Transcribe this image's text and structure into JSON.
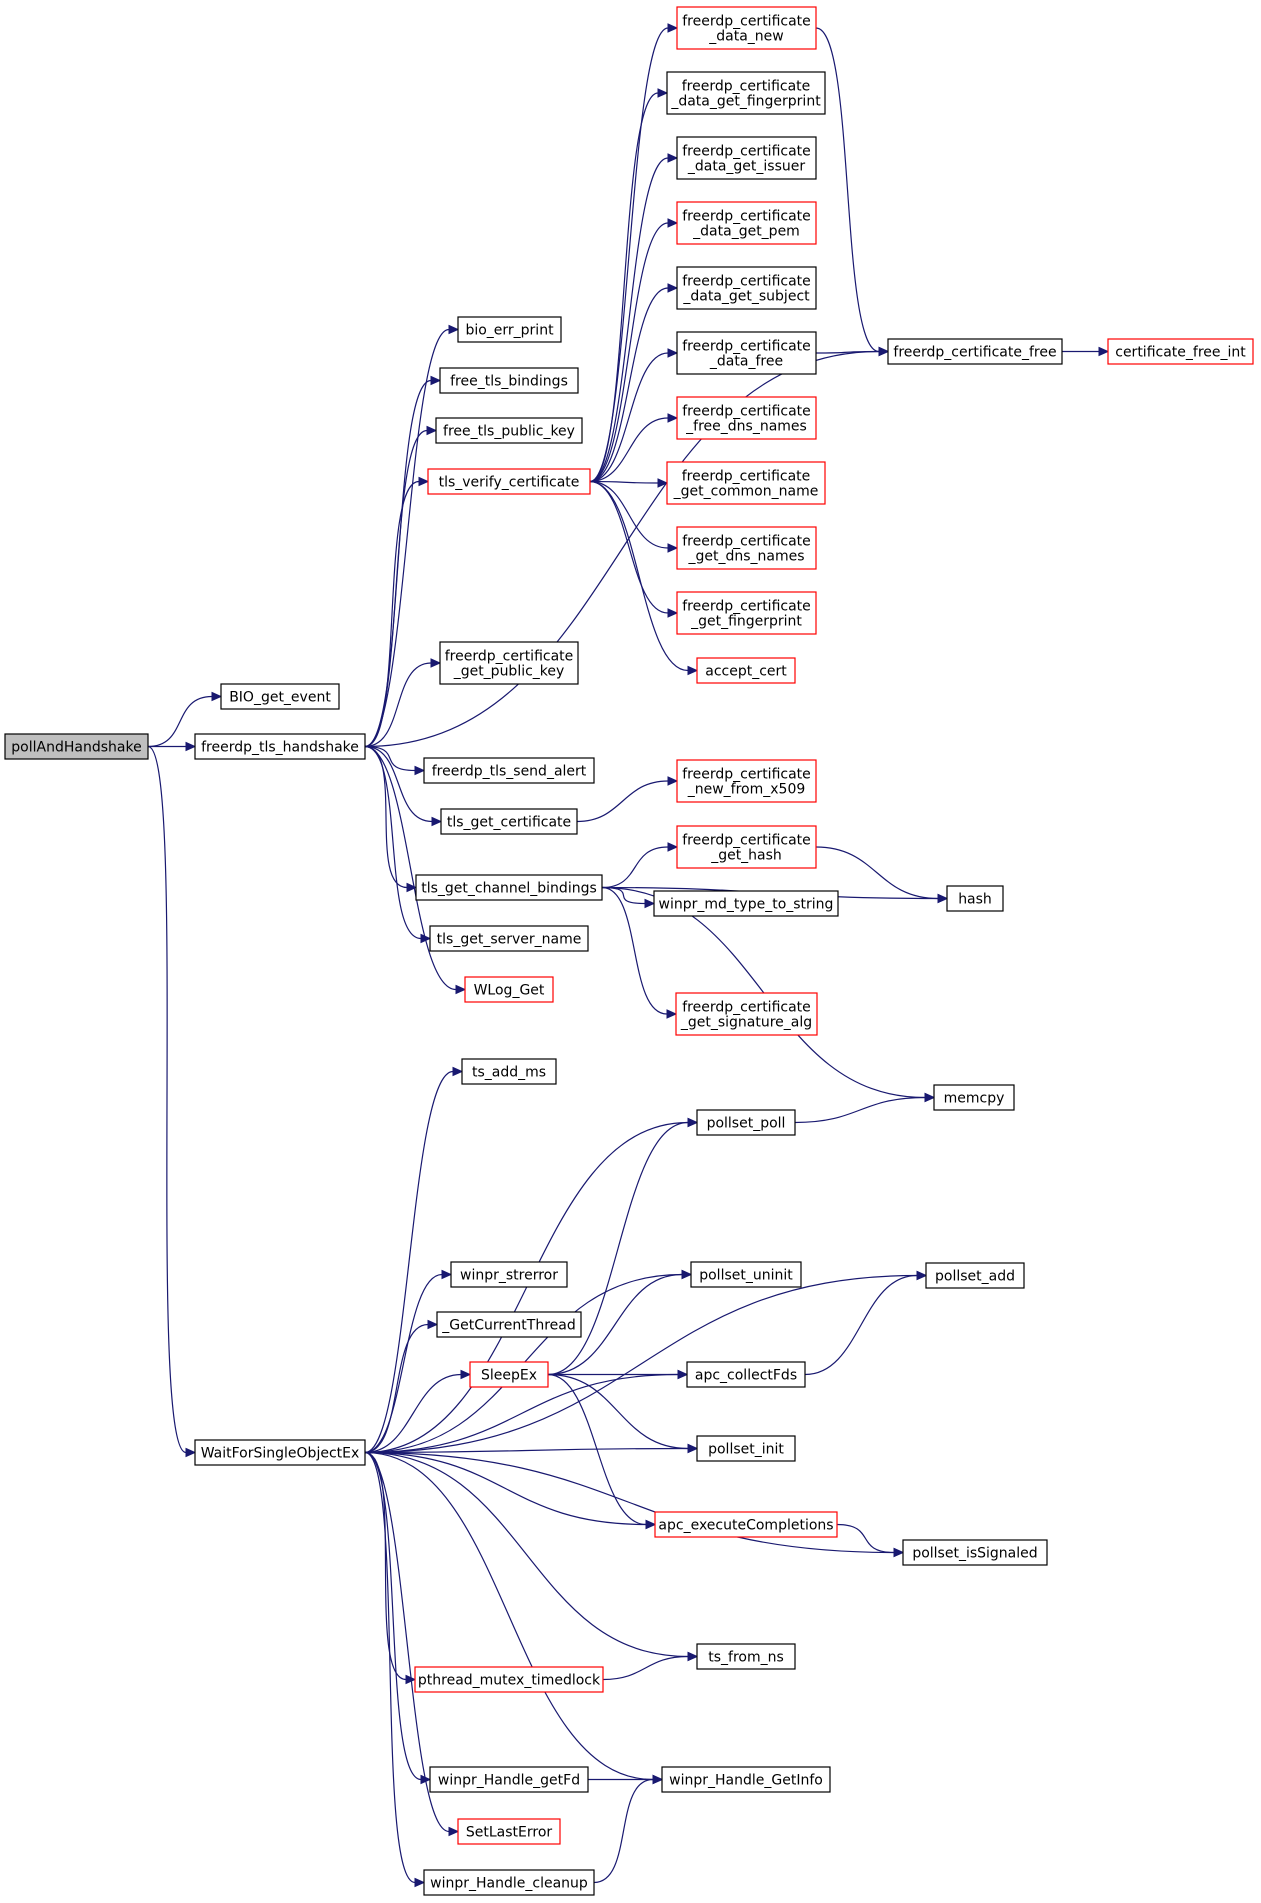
{
  "colors": {
    "edge": "#191970",
    "border_normal": "#000000",
    "border_truncated": "#ff0000",
    "fill_root": "#bfbfbf",
    "fill_node": "#ffffff"
  },
  "nodes": [
    {
      "id": "pollAndHandshake",
      "lines": [
        "pollAndHandshake"
      ],
      "kind": "root"
    },
    {
      "id": "BIO_get_event",
      "lines": [
        "BIO_get_event"
      ],
      "kind": "normal"
    },
    {
      "id": "freerdp_tls_handshake",
      "lines": [
        "freerdp_tls_handshake"
      ],
      "kind": "normal"
    },
    {
      "id": "WaitForSingleObjectEx",
      "lines": [
        "WaitForSingleObjectEx"
      ],
      "kind": "normal"
    },
    {
      "id": "bio_err_print",
      "lines": [
        "bio_err_print"
      ],
      "kind": "normal"
    },
    {
      "id": "free_tls_bindings",
      "lines": [
        "free_tls_bindings"
      ],
      "kind": "normal"
    },
    {
      "id": "free_tls_public_key",
      "lines": [
        "free_tls_public_key"
      ],
      "kind": "normal"
    },
    {
      "id": "tls_verify_certificate",
      "lines": [
        "tls_verify_certificate"
      ],
      "kind": "truncated"
    },
    {
      "id": "freerdp_certificate_get_public_key",
      "lines": [
        "freerdp_certificate",
        "_get_public_key"
      ],
      "kind": "normal"
    },
    {
      "id": "freerdp_tls_send_alert",
      "lines": [
        "freerdp_tls_send_alert"
      ],
      "kind": "normal"
    },
    {
      "id": "tls_get_certificate",
      "lines": [
        "tls_get_certificate"
      ],
      "kind": "normal"
    },
    {
      "id": "tls_get_channel_bindings",
      "lines": [
        "tls_get_channel_bindings"
      ],
      "kind": "normal"
    },
    {
      "id": "tls_get_server_name",
      "lines": [
        "tls_get_server_name"
      ],
      "kind": "normal"
    },
    {
      "id": "WLog_Get",
      "lines": [
        "WLog_Get"
      ],
      "kind": "truncated"
    },
    {
      "id": "freerdp_certificate_data_new",
      "lines": [
        "freerdp_certificate",
        "_data_new"
      ],
      "kind": "truncated"
    },
    {
      "id": "freerdp_certificate_data_get_fingerprint",
      "lines": [
        "freerdp_certificate",
        "_data_get_fingerprint"
      ],
      "kind": "normal"
    },
    {
      "id": "freerdp_certificate_data_get_issuer",
      "lines": [
        "freerdp_certificate",
        "_data_get_issuer"
      ],
      "kind": "normal"
    },
    {
      "id": "freerdp_certificate_data_get_pem",
      "lines": [
        "freerdp_certificate",
        "_data_get_pem"
      ],
      "kind": "truncated"
    },
    {
      "id": "freerdp_certificate_data_get_subject",
      "lines": [
        "freerdp_certificate",
        "_data_get_subject"
      ],
      "kind": "normal"
    },
    {
      "id": "freerdp_certificate_data_free",
      "lines": [
        "freerdp_certificate",
        "_data_free"
      ],
      "kind": "normal"
    },
    {
      "id": "freerdp_certificate_free_dns_names",
      "lines": [
        "freerdp_certificate",
        "_free_dns_names"
      ],
      "kind": "truncated"
    },
    {
      "id": "freerdp_certificate_get_common_name",
      "lines": [
        "freerdp_certificate",
        "_get_common_name"
      ],
      "kind": "truncated"
    },
    {
      "id": "freerdp_certificate_get_dns_names",
      "lines": [
        "freerdp_certificate",
        "_get_dns_names"
      ],
      "kind": "truncated"
    },
    {
      "id": "freerdp_certificate_get_fingerprint",
      "lines": [
        "freerdp_certificate",
        "_get_fingerprint"
      ],
      "kind": "truncated"
    },
    {
      "id": "accept_cert",
      "lines": [
        "accept_cert"
      ],
      "kind": "truncated"
    },
    {
      "id": "freerdp_certificate_new_from_x509",
      "lines": [
        "freerdp_certificate",
        "_new_from_x509"
      ],
      "kind": "truncated"
    },
    {
      "id": "freerdp_certificate_get_hash",
      "lines": [
        "freerdp_certificate",
        "_get_hash"
      ],
      "kind": "truncated"
    },
    {
      "id": "winpr_md_type_to_string",
      "lines": [
        "winpr_md_type_to_string"
      ],
      "kind": "normal"
    },
    {
      "id": "freerdp_certificate_get_signature_alg",
      "lines": [
        "freerdp_certificate",
        "_get_signature_alg"
      ],
      "kind": "truncated"
    },
    {
      "id": "freerdp_certificate_free",
      "lines": [
        "freerdp_certificate_free"
      ],
      "kind": "normal"
    },
    {
      "id": "certificate_free_int",
      "lines": [
        "certificate_free_int"
      ],
      "kind": "truncated"
    },
    {
      "id": "hash",
      "lines": [
        "hash"
      ],
      "kind": "normal"
    },
    {
      "id": "memcpy",
      "lines": [
        "memcpy"
      ],
      "kind": "normal"
    },
    {
      "id": "ts_add_ms",
      "lines": [
        "ts_add_ms"
      ],
      "kind": "normal"
    },
    {
      "id": "pollset_poll",
      "lines": [
        "pollset_poll"
      ],
      "kind": "normal"
    },
    {
      "id": "pollset_add",
      "lines": [
        "pollset_add"
      ],
      "kind": "normal"
    },
    {
      "id": "winpr_strerror",
      "lines": [
        "winpr_strerror"
      ],
      "kind": "normal"
    },
    {
      "id": "pollset_uninit",
      "lines": [
        "pollset_uninit"
      ],
      "kind": "normal"
    },
    {
      "id": "_GetCurrentThread",
      "lines": [
        "_GetCurrentThread"
      ],
      "kind": "normal"
    },
    {
      "id": "SleepEx",
      "lines": [
        "SleepEx"
      ],
      "kind": "truncated"
    },
    {
      "id": "apc_collectFds",
      "lines": [
        "apc_collectFds"
      ],
      "kind": "normal"
    },
    {
      "id": "pollset_init",
      "lines": [
        "pollset_init"
      ],
      "kind": "normal"
    },
    {
      "id": "apc_executeCompletions",
      "lines": [
        "apc_executeCompletions"
      ],
      "kind": "truncated"
    },
    {
      "id": "pollset_isSignaled",
      "lines": [
        "pollset_isSignaled"
      ],
      "kind": "normal"
    },
    {
      "id": "ts_from_ns",
      "lines": [
        "ts_from_ns"
      ],
      "kind": "normal"
    },
    {
      "id": "pthread_mutex_timedlock",
      "lines": [
        "pthread_mutex_timedlock"
      ],
      "kind": "truncated"
    },
    {
      "id": "winpr_Handle_getFd",
      "lines": [
        "winpr_Handle_getFd"
      ],
      "kind": "normal"
    },
    {
      "id": "winpr_Handle_GetInfo",
      "lines": [
        "winpr_Handle_GetInfo"
      ],
      "kind": "normal"
    },
    {
      "id": "SetLastError",
      "lines": [
        "SetLastError"
      ],
      "kind": "truncated"
    },
    {
      "id": "winpr_Handle_cleanup",
      "lines": [
        "winpr_Handle_cleanup"
      ],
      "kind": "normal"
    }
  ],
  "edges": [
    [
      "pollAndHandshake",
      "BIO_get_event"
    ],
    [
      "pollAndHandshake",
      "freerdp_tls_handshake"
    ],
    [
      "pollAndHandshake",
      "WaitForSingleObjectEx"
    ],
    [
      "freerdp_tls_handshake",
      "bio_err_print"
    ],
    [
      "freerdp_tls_handshake",
      "free_tls_bindings"
    ],
    [
      "freerdp_tls_handshake",
      "free_tls_public_key"
    ],
    [
      "freerdp_tls_handshake",
      "tls_verify_certificate"
    ],
    [
      "freerdp_tls_handshake",
      "freerdp_certificate_get_public_key"
    ],
    [
      "freerdp_tls_handshake",
      "freerdp_certificate_free"
    ],
    [
      "freerdp_tls_handshake",
      "freerdp_tls_send_alert"
    ],
    [
      "freerdp_tls_handshake",
      "tls_get_certificate"
    ],
    [
      "freerdp_tls_handshake",
      "tls_get_channel_bindings"
    ],
    [
      "freerdp_tls_handshake",
      "tls_get_server_name"
    ],
    [
      "freerdp_tls_handshake",
      "WLog_Get"
    ],
    [
      "tls_verify_certificate",
      "freerdp_certificate_data_new"
    ],
    [
      "tls_verify_certificate",
      "freerdp_certificate_data_get_fingerprint"
    ],
    [
      "tls_verify_certificate",
      "freerdp_certificate_data_get_issuer"
    ],
    [
      "tls_verify_certificate",
      "freerdp_certificate_data_get_pem"
    ],
    [
      "tls_verify_certificate",
      "freerdp_certificate_data_get_subject"
    ],
    [
      "tls_verify_certificate",
      "freerdp_certificate_data_free"
    ],
    [
      "tls_verify_certificate",
      "freerdp_certificate_free_dns_names"
    ],
    [
      "tls_verify_certificate",
      "freerdp_certificate_get_common_name"
    ],
    [
      "tls_verify_certificate",
      "freerdp_certificate_get_dns_names"
    ],
    [
      "tls_verify_certificate",
      "freerdp_certificate_get_fingerprint"
    ],
    [
      "tls_verify_certificate",
      "accept_cert"
    ],
    [
      "freerdp_certificate_data_new",
      "freerdp_certificate_free"
    ],
    [
      "freerdp_certificate_data_free",
      "freerdp_certificate_free"
    ],
    [
      "freerdp_certificate_free",
      "certificate_free_int"
    ],
    [
      "tls_get_certificate",
      "freerdp_certificate_new_from_x509"
    ],
    [
      "tls_get_channel_bindings",
      "freerdp_certificate_get_hash"
    ],
    [
      "tls_get_channel_bindings",
      "winpr_md_type_to_string"
    ],
    [
      "tls_get_channel_bindings",
      "hash"
    ],
    [
      "tls_get_channel_bindings",
      "freerdp_certificate_get_signature_alg"
    ],
    [
      "tls_get_channel_bindings",
      "memcpy"
    ],
    [
      "freerdp_certificate_get_hash",
      "hash"
    ],
    [
      "WaitForSingleObjectEx",
      "ts_add_ms"
    ],
    [
      "WaitForSingleObjectEx",
      "pollset_poll"
    ],
    [
      "WaitForSingleObjectEx",
      "pollset_add"
    ],
    [
      "WaitForSingleObjectEx",
      "pollset_uninit"
    ],
    [
      "WaitForSingleObjectEx",
      "winpr_strerror"
    ],
    [
      "WaitForSingleObjectEx",
      "_GetCurrentThread"
    ],
    [
      "WaitForSingleObjectEx",
      "SleepEx"
    ],
    [
      "WaitForSingleObjectEx",
      "apc_collectFds"
    ],
    [
      "WaitForSingleObjectEx",
      "pollset_init"
    ],
    [
      "WaitForSingleObjectEx",
      "apc_executeCompletions"
    ],
    [
      "WaitForSingleObjectEx",
      "pollset_isSignaled"
    ],
    [
      "WaitForSingleObjectEx",
      "ts_from_ns"
    ],
    [
      "WaitForSingleObjectEx",
      "pthread_mutex_timedlock"
    ],
    [
      "WaitForSingleObjectEx",
      "winpr_Handle_GetInfo"
    ],
    [
      "WaitForSingleObjectEx",
      "winpr_Handle_getFd"
    ],
    [
      "WaitForSingleObjectEx",
      "SetLastError"
    ],
    [
      "WaitForSingleObjectEx",
      "winpr_Handle_cleanup"
    ],
    [
      "pollset_poll",
      "memcpy"
    ],
    [
      "SleepEx",
      "pollset_poll"
    ],
    [
      "SleepEx",
      "pollset_uninit"
    ],
    [
      "SleepEx",
      "apc_collectFds"
    ],
    [
      "SleepEx",
      "pollset_init"
    ],
    [
      "SleepEx",
      "apc_executeCompletions"
    ],
    [
      "apc_collectFds",
      "pollset_add"
    ],
    [
      "apc_executeCompletions",
      "pollset_isSignaled"
    ],
    [
      "pthread_mutex_timedlock",
      "ts_from_ns"
    ],
    [
      "winpr_Handle_getFd",
      "winpr_Handle_GetInfo"
    ],
    [
      "winpr_Handle_cleanup",
      "winpr_Handle_GetInfo"
    ]
  ]
}
